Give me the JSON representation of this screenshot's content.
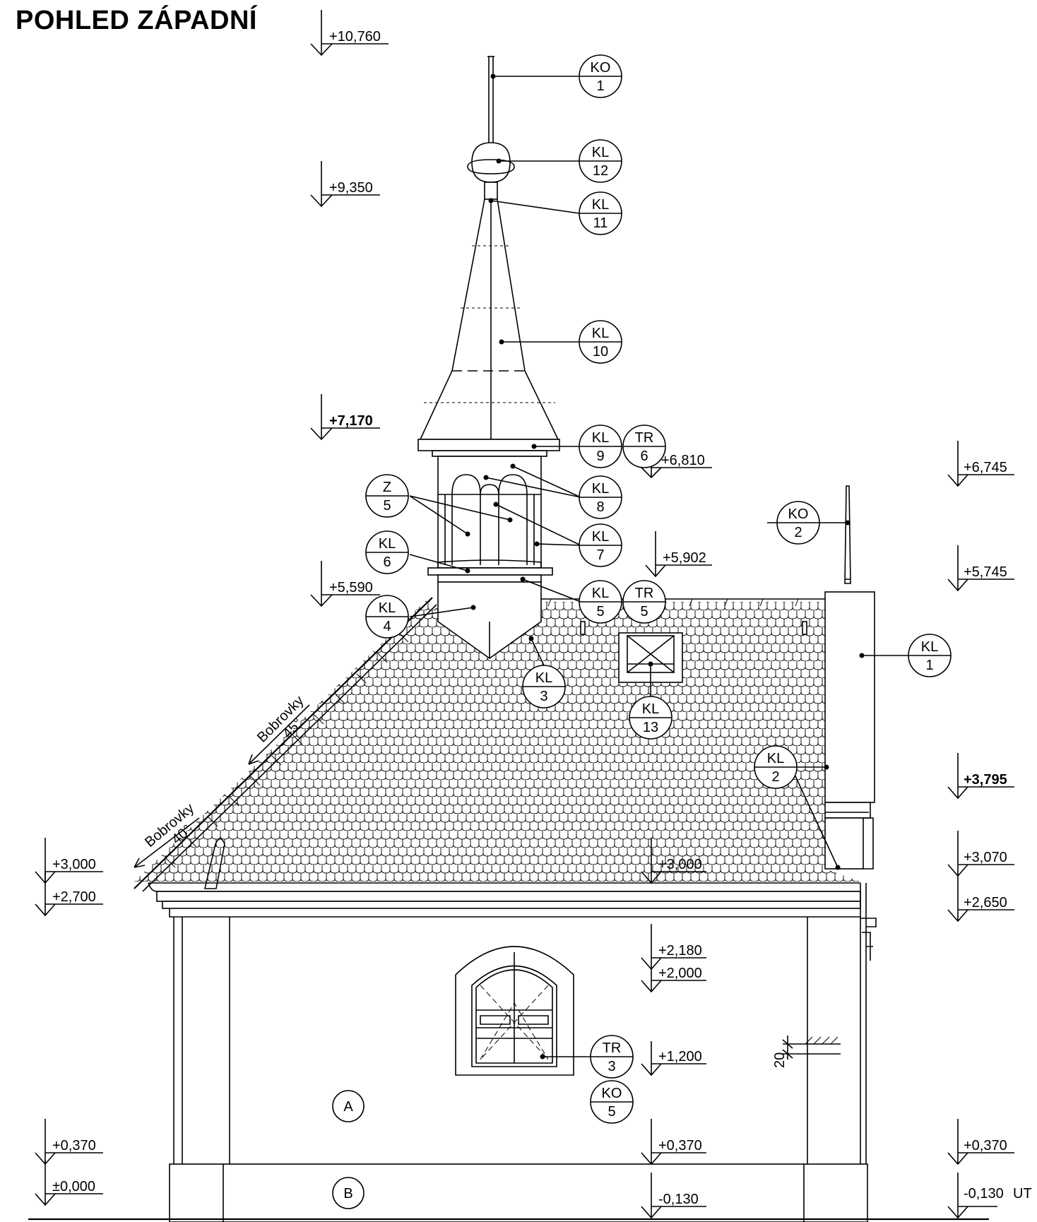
{
  "title": "POHLED ZÁPADNÍ",
  "levels": [
    {
      "id": "l10760",
      "text": "+10,760",
      "bold": false
    },
    {
      "id": "l9350",
      "text": "+9,350",
      "bold": false
    },
    {
      "id": "l7170",
      "text": "+7,170",
      "bold": true
    },
    {
      "id": "l6810",
      "text": "+6,810",
      "bold": false
    },
    {
      "id": "l6745",
      "text": "+6,745",
      "bold": false
    },
    {
      "id": "l5902",
      "text": "+5,902",
      "bold": false
    },
    {
      "id": "l5745",
      "text": "+5,745",
      "bold": false
    },
    {
      "id": "l5590",
      "text": "+5,590",
      "bold": false
    },
    {
      "id": "l3795",
      "text": "+3,795",
      "bold": true
    },
    {
      "id": "l3070",
      "text": "+3,070",
      "bold": false
    },
    {
      "id": "l3000a",
      "text": "+3,000",
      "bold": false
    },
    {
      "id": "l3000b",
      "text": "+3,000",
      "bold": false
    },
    {
      "id": "l2700",
      "text": "+2,700",
      "bold": false
    },
    {
      "id": "l2650",
      "text": "+2,650",
      "bold": false
    },
    {
      "id": "l2180",
      "text": "+2,180",
      "bold": false
    },
    {
      "id": "l2000",
      "text": "+2,000",
      "bold": false
    },
    {
      "id": "l1200",
      "text": "+1,200",
      "bold": false
    },
    {
      "id": "l0370a",
      "text": "+0,370",
      "bold": false
    },
    {
      "id": "l0370b",
      "text": "+0,370",
      "bold": false
    },
    {
      "id": "l0370c",
      "text": "+0,370",
      "bold": false
    },
    {
      "id": "l0000",
      "text": "±0,000",
      "bold": false
    },
    {
      "id": "l0130a",
      "text": "-0,130",
      "bold": false
    },
    {
      "id": "l0130b",
      "text": "-0,130",
      "bold": false
    }
  ],
  "ut_label": "UT",
  "tags": [
    {
      "id": "ko1",
      "top": "KO",
      "bottom": "1"
    },
    {
      "id": "kl12",
      "top": "KL",
      "bottom": "12"
    },
    {
      "id": "kl11",
      "top": "KL",
      "bottom": "11"
    },
    {
      "id": "kl10",
      "top": "KL",
      "bottom": "10"
    },
    {
      "id": "kl9",
      "top": "KL",
      "bottom": "9"
    },
    {
      "id": "tr6",
      "top": "TR",
      "bottom": "6"
    },
    {
      "id": "kl8",
      "top": "KL",
      "bottom": "8"
    },
    {
      "id": "z5",
      "top": "Z",
      "bottom": "5"
    },
    {
      "id": "kl7",
      "top": "KL",
      "bottom": "7"
    },
    {
      "id": "kl6",
      "top": "KL",
      "bottom": "6"
    },
    {
      "id": "kl5",
      "top": "KL",
      "bottom": "5"
    },
    {
      "id": "tr5",
      "top": "TR",
      "bottom": "5"
    },
    {
      "id": "kl4",
      "top": "KL",
      "bottom": "4"
    },
    {
      "id": "kl3",
      "top": "KL",
      "bottom": "3"
    },
    {
      "id": "kl13",
      "top": "KL",
      "bottom": "13"
    },
    {
      "id": "kl2",
      "top": "KL",
      "bottom": "2"
    },
    {
      "id": "ko2",
      "top": "KO",
      "bottom": "2"
    },
    {
      "id": "kl1",
      "top": "KL",
      "bottom": "1"
    },
    {
      "id": "tr3",
      "top": "TR",
      "bottom": "3"
    },
    {
      "id": "ko5",
      "top": "KO",
      "bottom": "5"
    }
  ],
  "zones": [
    {
      "id": "zoneA",
      "text": "A"
    },
    {
      "id": "zoneB",
      "text": "B"
    }
  ],
  "roof_notes": [
    {
      "id": "roof45",
      "material": "Bobrovky",
      "angle": "45°"
    },
    {
      "id": "roof40",
      "material": "Bobrovky",
      "angle": "40°"
    }
  ],
  "dimension_20": "20"
}
